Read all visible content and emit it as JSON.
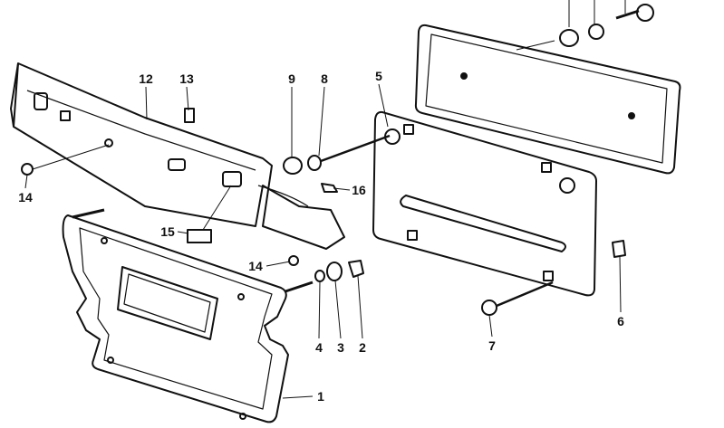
{
  "callouts": [
    {
      "id": "12",
      "text": "12"
    },
    {
      "id": "13",
      "text": "13"
    },
    {
      "id": "9",
      "text": "9"
    },
    {
      "id": "8",
      "text": "8"
    },
    {
      "id": "5",
      "text": "5"
    },
    {
      "id": "14a",
      "text": "14"
    },
    {
      "id": "16",
      "text": "16"
    },
    {
      "id": "15",
      "text": "15"
    },
    {
      "id": "14b",
      "text": "14"
    },
    {
      "id": "4",
      "text": "4"
    },
    {
      "id": "3",
      "text": "3"
    },
    {
      "id": "2",
      "text": "2"
    },
    {
      "id": "1",
      "text": "1"
    },
    {
      "id": "7",
      "text": "7"
    },
    {
      "id": "6",
      "text": "6"
    }
  ]
}
